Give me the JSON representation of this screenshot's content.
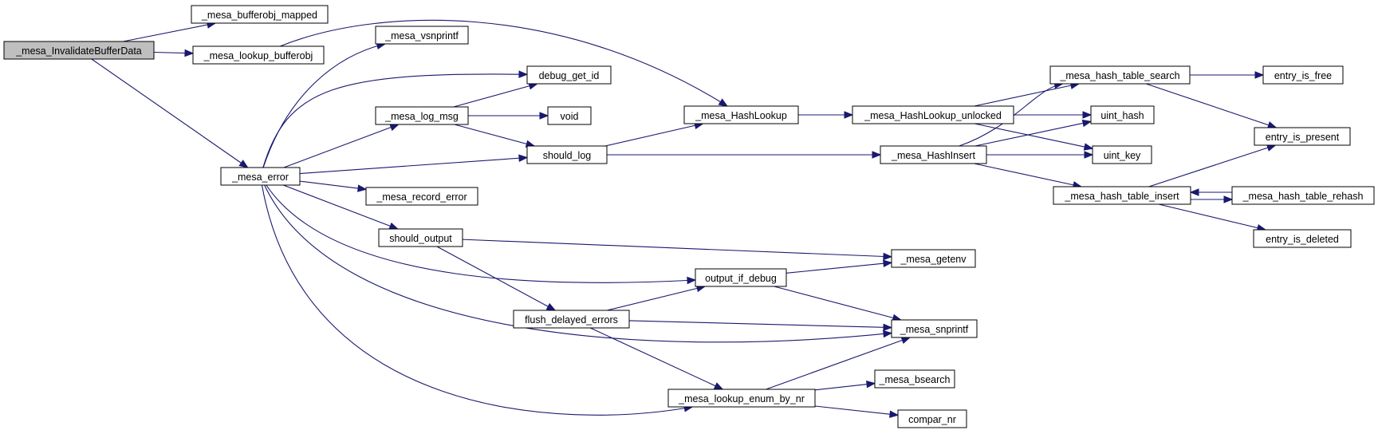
{
  "graph": {
    "root": "_mesa_InvalidateBufferData",
    "nodes": [
      {
        "id": "invalidate",
        "label": "_mesa_InvalidateBufferData",
        "role": "root"
      },
      {
        "id": "bufferobj_mapped",
        "label": "_mesa_bufferobj_mapped"
      },
      {
        "id": "lookup_bufferobj",
        "label": "_mesa_lookup_bufferobj"
      },
      {
        "id": "mesa_error",
        "label": "_mesa_error"
      },
      {
        "id": "vsnprintf",
        "label": "_mesa_vsnprintf"
      },
      {
        "id": "debug_get_id",
        "label": "debug_get_id"
      },
      {
        "id": "log_msg",
        "label": "_mesa_log_msg"
      },
      {
        "id": "void",
        "label": "void"
      },
      {
        "id": "should_log",
        "label": "should_log"
      },
      {
        "id": "record_error",
        "label": "_mesa_record_error"
      },
      {
        "id": "should_output",
        "label": "should_output"
      },
      {
        "id": "hashlookup",
        "label": "_mesa_HashLookup"
      },
      {
        "id": "hashlookup_unlocked",
        "label": "_mesa_HashLookup_unlocked"
      },
      {
        "id": "hashinsert",
        "label": "_mesa_HashInsert"
      },
      {
        "id": "hash_table_search",
        "label": "_mesa_hash_table_search"
      },
      {
        "id": "uint_hash",
        "label": "uint_hash"
      },
      {
        "id": "uint_key",
        "label": "uint_key"
      },
      {
        "id": "hash_table_insert",
        "label": "_mesa_hash_table_insert"
      },
      {
        "id": "entry_is_free",
        "label": "entry_is_free"
      },
      {
        "id": "entry_is_present",
        "label": "entry_is_present"
      },
      {
        "id": "hash_table_rehash",
        "label": "_mesa_hash_table_rehash"
      },
      {
        "id": "entry_is_deleted",
        "label": "entry_is_deleted"
      },
      {
        "id": "getenv",
        "label": "_mesa_getenv"
      },
      {
        "id": "output_if_debug",
        "label": "output_if_debug"
      },
      {
        "id": "flush_delayed_errors",
        "label": "flush_delayed_errors"
      },
      {
        "id": "snprintf",
        "label": "_mesa_snprintf"
      },
      {
        "id": "lookup_enum_by_nr",
        "label": "_mesa_lookup_enum_by_nr"
      },
      {
        "id": "bsearch",
        "label": "_mesa_bsearch"
      },
      {
        "id": "compar_nr",
        "label": "compar_nr"
      }
    ],
    "edges": [
      {
        "from": "invalidate",
        "to": "bufferobj_mapped"
      },
      {
        "from": "invalidate",
        "to": "lookup_bufferobj"
      },
      {
        "from": "invalidate",
        "to": "mesa_error"
      },
      {
        "from": "lookup_bufferobj",
        "to": "hashlookup"
      },
      {
        "from": "mesa_error",
        "to": "vsnprintf"
      },
      {
        "from": "mesa_error",
        "to": "debug_get_id"
      },
      {
        "from": "mesa_error",
        "to": "log_msg"
      },
      {
        "from": "mesa_error",
        "to": "should_log"
      },
      {
        "from": "mesa_error",
        "to": "record_error"
      },
      {
        "from": "mesa_error",
        "to": "should_output"
      },
      {
        "from": "mesa_error",
        "to": "output_if_debug"
      },
      {
        "from": "mesa_error",
        "to": "snprintf"
      },
      {
        "from": "mesa_error",
        "to": "lookup_enum_by_nr"
      },
      {
        "from": "log_msg",
        "to": "debug_get_id"
      },
      {
        "from": "log_msg",
        "to": "void"
      },
      {
        "from": "log_msg",
        "to": "should_log"
      },
      {
        "from": "should_log",
        "to": "hashlookup"
      },
      {
        "from": "should_log",
        "to": "hashinsert"
      },
      {
        "from": "hashlookup",
        "to": "hashlookup_unlocked"
      },
      {
        "from": "hashlookup_unlocked",
        "to": "hash_table_search"
      },
      {
        "from": "hashlookup_unlocked",
        "to": "uint_hash"
      },
      {
        "from": "hashlookup_unlocked",
        "to": "uint_key"
      },
      {
        "from": "hashinsert",
        "to": "hash_table_search"
      },
      {
        "from": "hashinsert",
        "to": "uint_hash"
      },
      {
        "from": "hashinsert",
        "to": "uint_key"
      },
      {
        "from": "hashinsert",
        "to": "hash_table_insert"
      },
      {
        "from": "hash_table_search",
        "to": "entry_is_free"
      },
      {
        "from": "hash_table_search",
        "to": "entry_is_present"
      },
      {
        "from": "hash_table_insert",
        "to": "entry_is_present"
      },
      {
        "from": "hash_table_insert",
        "to": "hash_table_rehash"
      },
      {
        "from": "hash_table_insert",
        "to": "entry_is_deleted"
      },
      {
        "from": "hash_table_rehash",
        "to": "hash_table_insert"
      },
      {
        "from": "should_output",
        "to": "getenv"
      },
      {
        "from": "should_output",
        "to": "flush_delayed_errors"
      },
      {
        "from": "output_if_debug",
        "to": "getenv"
      },
      {
        "from": "output_if_debug",
        "to": "snprintf"
      },
      {
        "from": "flush_delayed_errors",
        "to": "output_if_debug"
      },
      {
        "from": "flush_delayed_errors",
        "to": "snprintf"
      },
      {
        "from": "flush_delayed_errors",
        "to": "lookup_enum_by_nr"
      },
      {
        "from": "lookup_enum_by_nr",
        "to": "snprintf"
      },
      {
        "from": "lookup_enum_by_nr",
        "to": "bsearch"
      },
      {
        "from": "lookup_enum_by_nr",
        "to": "compar_nr"
      }
    ]
  },
  "colors": {
    "edge": "#191970",
    "root_fill": "#bfbfbf",
    "node_fill": "#ffffff",
    "node_stroke": "#000000"
  }
}
